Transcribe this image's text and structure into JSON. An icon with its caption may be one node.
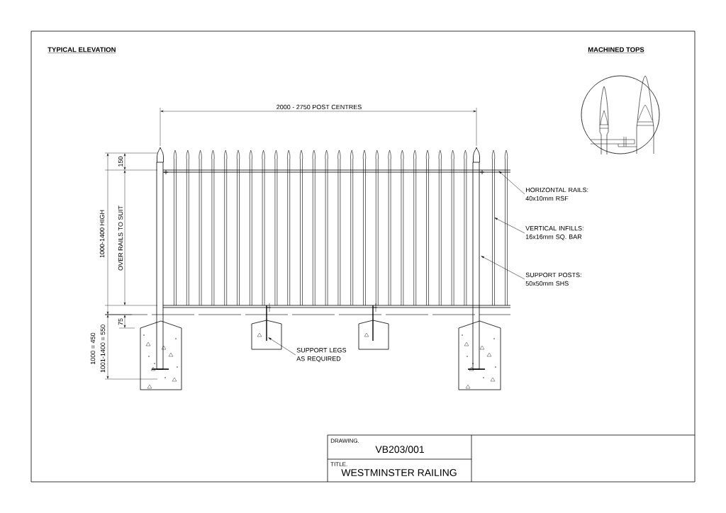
{
  "diagram": {
    "nodes": [
      {
        "text": [
          "HORIZONTAL RAILS: 40x10mm RSF"
        ]
      },
      {
        "text": [
          "VERTICAL INFILLS: 16x16mm SQ. BAR"
        ]
      },
      {
        "text": [
          "SUPPORT POSTS: 50x50mm SHS"
        ]
      },
      {
        "text": [
          "SUPPORT LEGS AS REQUIRED"
        ]
      }
    ],
    "edges": [
      {
        "from": 0,
        "to": null,
        "arrow": "to"
      },
      {
        "from": 1,
        "to": null,
        "arrow": "to"
      },
      {
        "from": 2,
        "to": null,
        "arrow": "to"
      },
      {
        "from": 3,
        "to": null,
        "arrow": "to"
      }
    ],
    "labels": [
      "TYPICAL ELEVATION",
      "MACHINED TOPS",
      "2000 - 2750 POST CENTRES",
      "150",
      "1000-1400 HIGH",
      "OVER RAILS TO SUIT",
      "75",
      "1000 = 450",
      "1001-1400 = 550",
      "DRAWING.",
      "VB203/001",
      "TITLE.",
      "WESTMINSTER RAILING"
    ]
  }
}
